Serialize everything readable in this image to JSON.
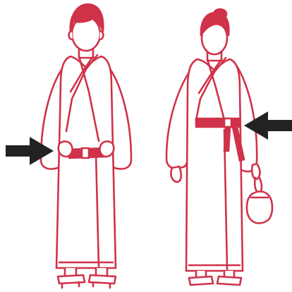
{
  "scene": {
    "icon": "yukata-obi-placement-illustration",
    "colors": {
      "line": "#d0324a",
      "hair": "#d0324a",
      "fill": "#ffffff",
      "arrow": "#222222"
    },
    "figures": [
      {
        "icon": "man-in-yukata-icon",
        "obi_position": "low-hip",
        "accessories": [
          "geta-sandals"
        ]
      },
      {
        "icon": "woman-in-yukata-icon",
        "obi_position": "waist",
        "accessories": [
          "kinchaku-drawstring-bag",
          "geta-sandals"
        ]
      }
    ],
    "pointers": [
      {
        "icon": "arrow-right-icon",
        "target": "man-obi"
      },
      {
        "icon": "arrow-left-icon",
        "target": "woman-obi"
      }
    ]
  }
}
